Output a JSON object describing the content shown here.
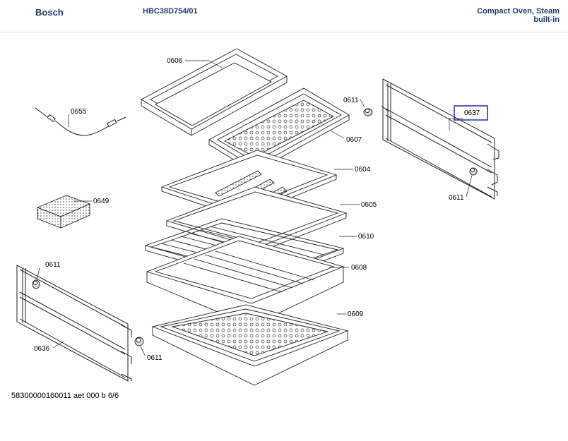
{
  "header": {
    "brand": "Bosch",
    "model": "HBC38D754/01",
    "description_line1": "Compact Oven, Steam",
    "description_line2": "built-in"
  },
  "parts": {
    "p0606": "0606",
    "p0655": "0655",
    "p0611_a": "0611",
    "p0607": "0607",
    "p0637": "0637",
    "p0604": "0604",
    "p0611_b": "0611",
    "p0649": "0649",
    "p0605": "0605",
    "p0610": "0610",
    "p0611_c": "0611",
    "p0608": "0608",
    "p0609": "0609",
    "p0636": "0636",
    "p0611_d": "0611"
  },
  "colors": {
    "highlight": "#1a2fa8",
    "header_text": "#1f3d6b"
  },
  "footer": {
    "doc_code": "58300000160011 aet 000 b 6/6"
  }
}
